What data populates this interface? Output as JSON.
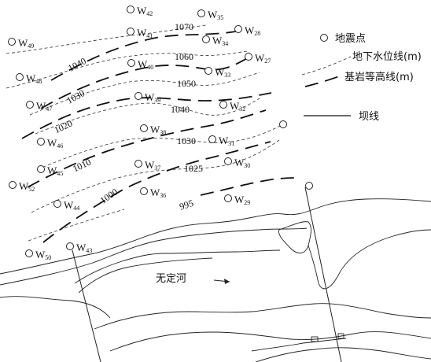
{
  "map": {
    "wells": [
      {
        "id": "W42",
        "letter": "W",
        "num": "42"
      },
      {
        "id": "W35",
        "letter": "W",
        "num": "35"
      },
      {
        "id": "W41",
        "letter": "W",
        "num": "41"
      },
      {
        "id": "W28",
        "letter": "W",
        "num": "28"
      },
      {
        "id": "W34",
        "letter": "W",
        "num": "34"
      },
      {
        "id": "W49",
        "letter": "W",
        "num": "49"
      },
      {
        "id": "W27",
        "letter": "W",
        "num": "27"
      },
      {
        "id": "W40",
        "letter": "W",
        "num": "40"
      },
      {
        "id": "W33",
        "letter": "W",
        "num": "33"
      },
      {
        "id": "W48",
        "letter": "W",
        "num": "48"
      },
      {
        "id": "W39",
        "letter": "W",
        "num": "39"
      },
      {
        "id": "W32",
        "letter": "W",
        "num": "32"
      },
      {
        "id": "W47",
        "letter": "W",
        "num": "47"
      },
      {
        "id": "W38",
        "letter": "W",
        "num": "38"
      },
      {
        "id": "W31",
        "letter": "W",
        "num": "31"
      },
      {
        "id": "W46",
        "letter": "W",
        "num": "46"
      },
      {
        "id": "W37",
        "letter": "W",
        "num": "37"
      },
      {
        "id": "W30",
        "letter": "W",
        "num": "30"
      },
      {
        "id": "W45",
        "letter": "W",
        "num": "45"
      },
      {
        "id": "W52",
        "letter": "W",
        "num": "52"
      },
      {
        "id": "W36",
        "letter": "W",
        "num": "36"
      },
      {
        "id": "W29",
        "letter": "W",
        "num": "29"
      },
      {
        "id": "W44",
        "letter": "W",
        "num": "44"
      },
      {
        "id": "W43",
        "letter": "W",
        "num": "43"
      },
      {
        "id": "W50",
        "letter": "W",
        "num": "50"
      }
    ],
    "groundwater_contours": [
      "1070",
      "1060",
      "1050",
      "1040",
      "1030",
      "1025",
      "995"
    ],
    "bedrock_contours": [
      "1040",
      "1030",
      "1020",
      "1010",
      "1000"
    ],
    "river_label": "无定河",
    "legend": {
      "well": "地震点",
      "groundwater": "地下水位线(m)",
      "bedrock": "基岩等高线(m)",
      "dam": "坝线"
    }
  }
}
